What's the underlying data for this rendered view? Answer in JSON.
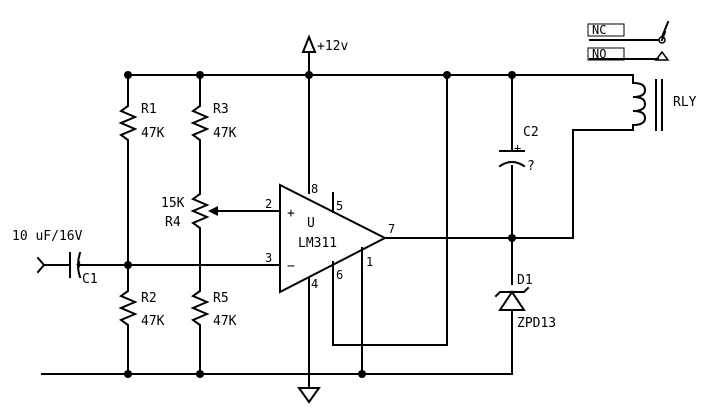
{
  "supply_label": "+12v",
  "opamp": {
    "ref": "U",
    "part": "LM311",
    "pins": {
      "p8": "8",
      "p5": "5",
      "p2": "2",
      "p3": "3",
      "p7": "7",
      "p4": "4",
      "p6": "6",
      "p1": "1",
      "plus": "+",
      "minus": "−"
    }
  },
  "resistors": {
    "r1": {
      "ref": "R1",
      "value": "47K"
    },
    "r3": {
      "ref": "R3",
      "value": "47K"
    },
    "r4": {
      "ref": "R4",
      "value": "15K"
    },
    "r2": {
      "ref": "R2",
      "value": "47K"
    },
    "r5": {
      "ref": "R5",
      "value": "47K"
    }
  },
  "c1": {
    "ref": "C1",
    "value": "10 uF/16V"
  },
  "c2": {
    "ref": "C2",
    "value": "?"
  },
  "d1": {
    "ref": "D1",
    "part": "ZPD13"
  },
  "relay": {
    "ref": "RLY",
    "nc": "NC",
    "no": "NO"
  }
}
